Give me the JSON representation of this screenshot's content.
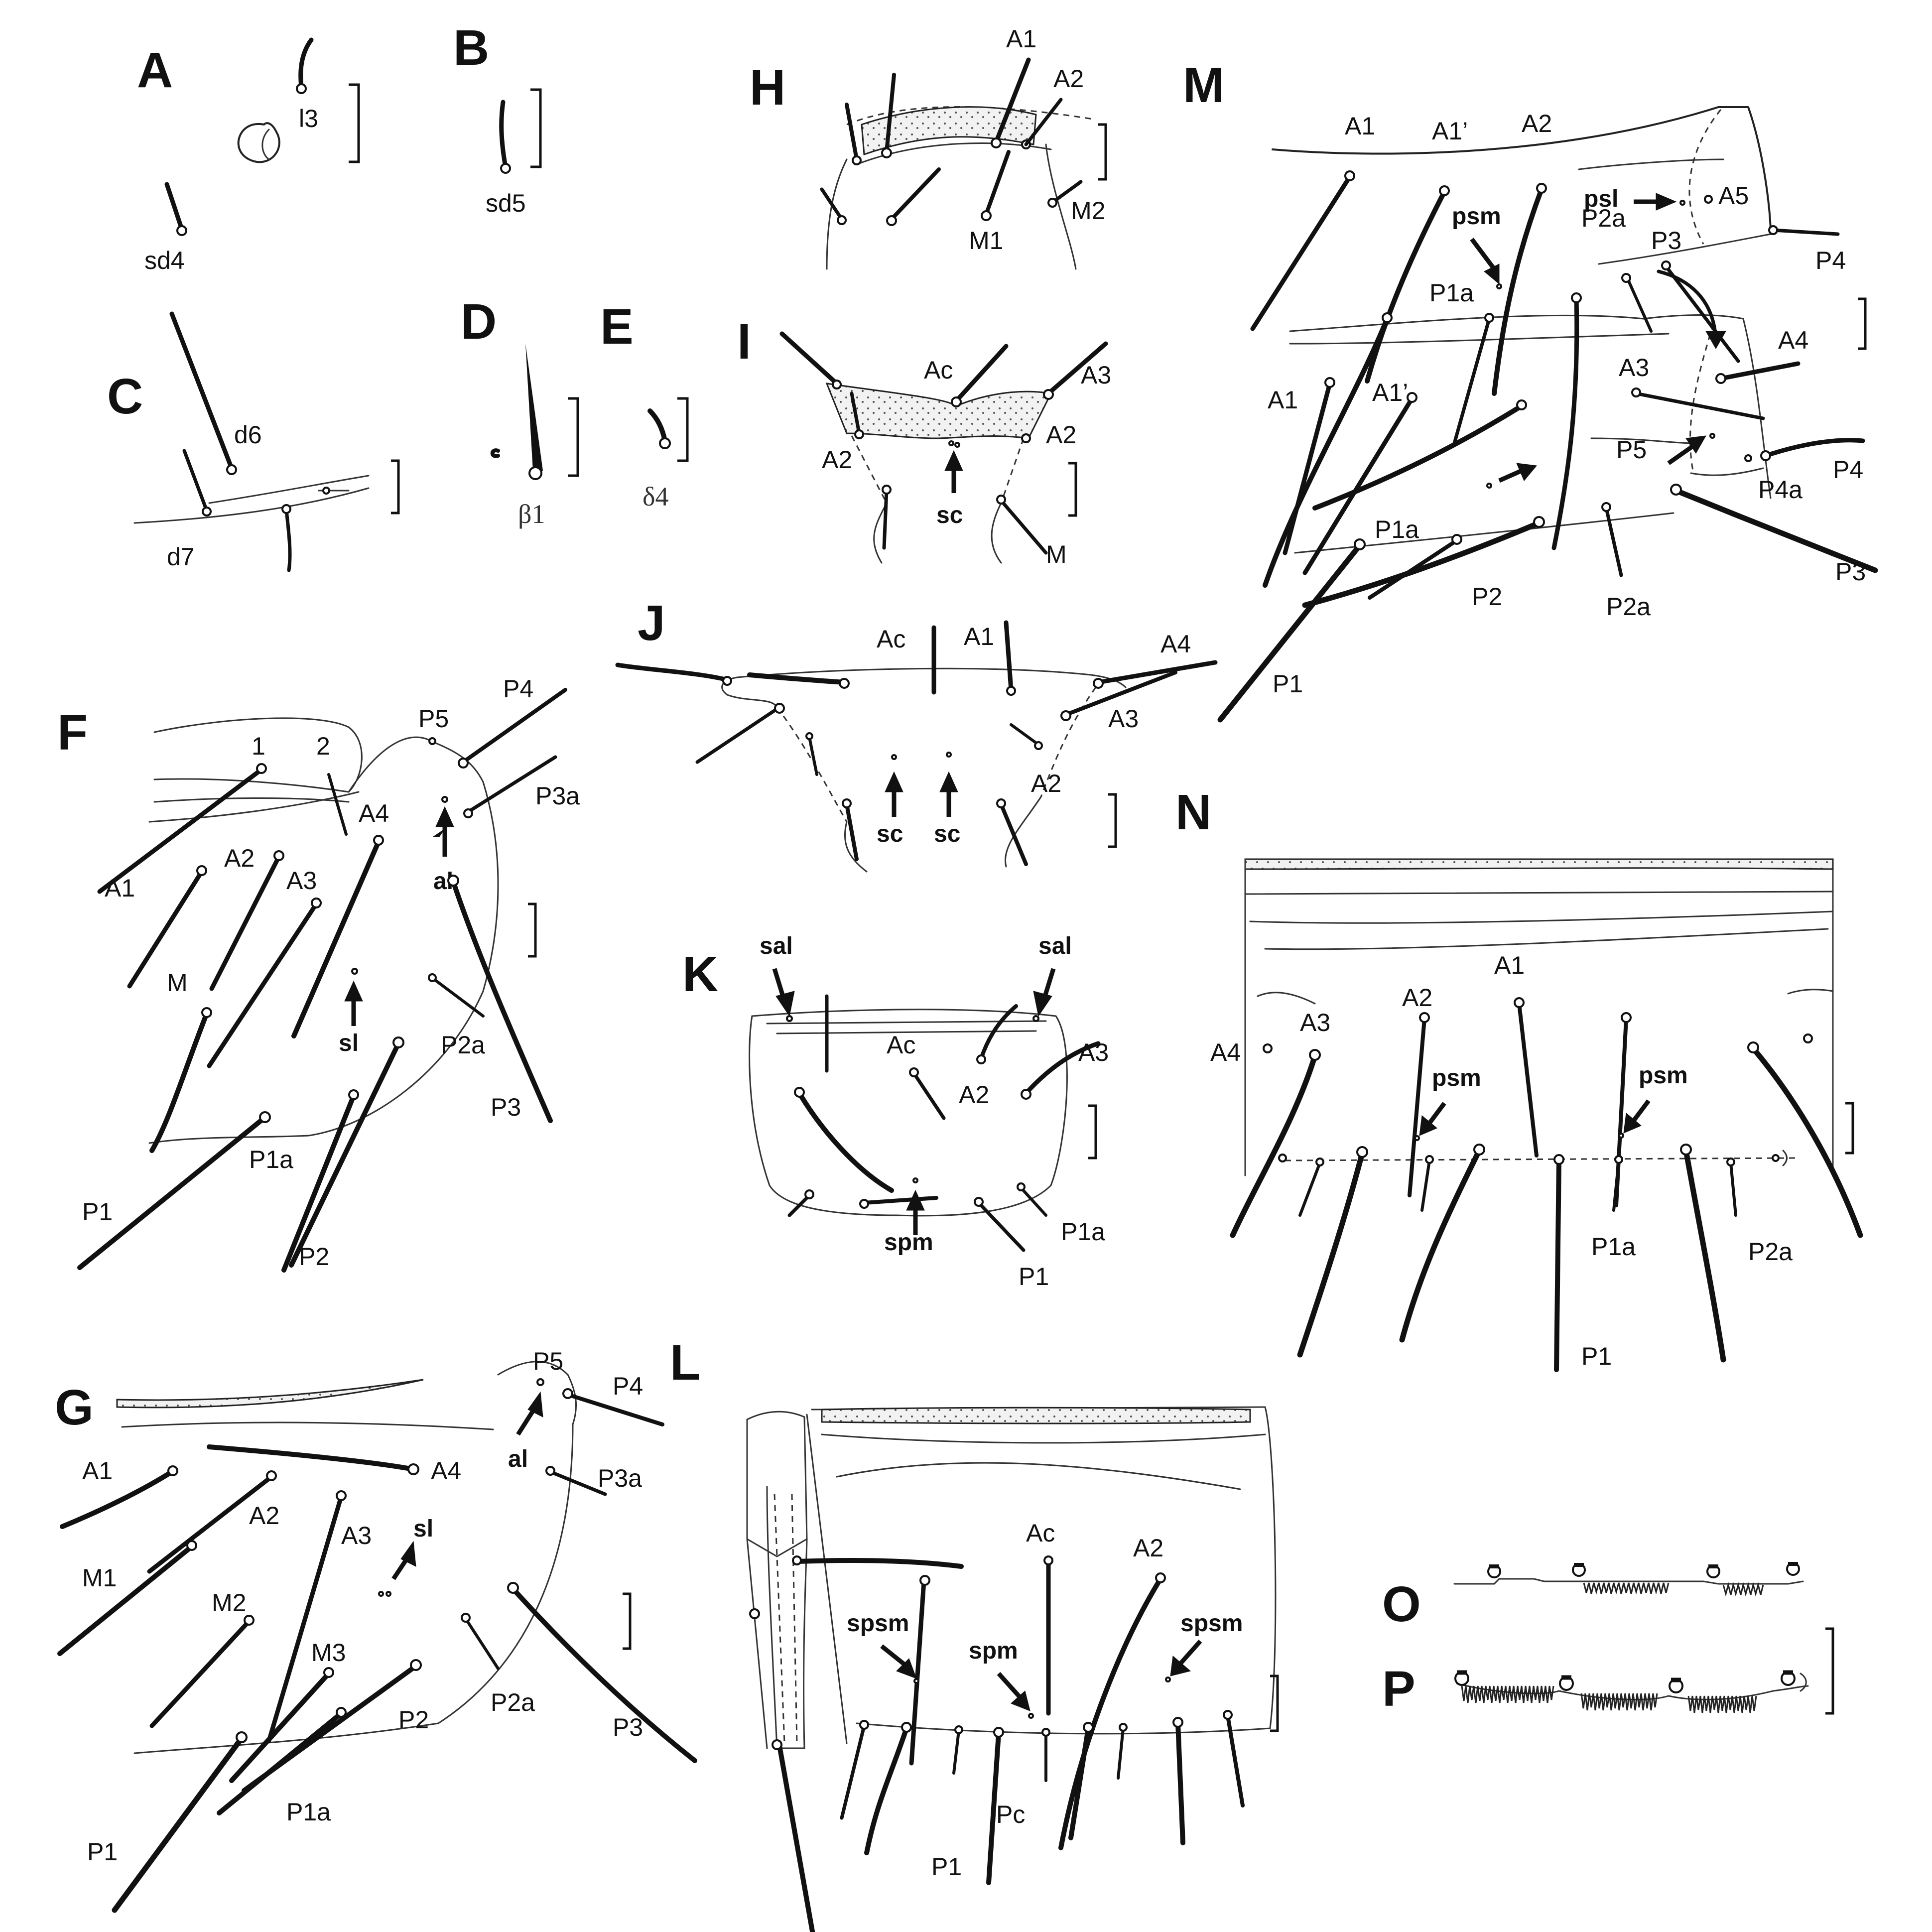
{
  "panels": [
    {
      "id": "A",
      "letter": "A",
      "labels": [
        "l3",
        "sd4"
      ]
    },
    {
      "id": "B",
      "letter": "B",
      "labels": [
        "sd5"
      ]
    },
    {
      "id": "C",
      "letter": "C",
      "labels": [
        "d6",
        "d7"
      ]
    },
    {
      "id": "D",
      "letter": "D",
      "labels": [
        "β1"
      ]
    },
    {
      "id": "E",
      "letter": "E",
      "labels": [
        "δ4"
      ]
    },
    {
      "id": "F",
      "letter": "F",
      "labels": [
        "1",
        "2",
        "P5",
        "P4",
        "P3a",
        "A4",
        "al",
        "A1",
        "A2",
        "A3",
        "M",
        "sl",
        "P2a",
        "P3",
        "P1a",
        "P1",
        "P2"
      ]
    },
    {
      "id": "G",
      "letter": "G",
      "labels": [
        "P5",
        "P4",
        "al",
        "A4",
        "P3a",
        "A1",
        "A2",
        "A3",
        "sl",
        "M1",
        "M2",
        "M3",
        "P2a",
        "P2",
        "P3",
        "P1a",
        "P1"
      ]
    },
    {
      "id": "H",
      "letter": "H",
      "labels": [
        "A1",
        "A2",
        "M1",
        "M2"
      ]
    },
    {
      "id": "I",
      "letter": "I",
      "labels": [
        "Ac",
        "A3",
        "A2",
        "A2",
        "sc",
        "M"
      ]
    },
    {
      "id": "J",
      "letter": "J",
      "labels": [
        "Ac",
        "A1",
        "A4",
        "A3",
        "A2",
        "sc",
        "sc"
      ]
    },
    {
      "id": "K",
      "letter": "K",
      "labels": [
        "sal",
        "sal",
        "Ac",
        "A3",
        "A2",
        "spm",
        "P1a",
        "P1"
      ]
    },
    {
      "id": "L",
      "letter": "L",
      "labels": [
        "Ac",
        "A2",
        "spsm",
        "spsm",
        "spm",
        "Pc",
        "P1"
      ]
    },
    {
      "id": "M",
      "letter": "M",
      "labels": [
        "A1",
        "A1’",
        "A2",
        "psm",
        "psl",
        "A5",
        "P4",
        "P2a",
        "P3",
        "P1a",
        "A4",
        "A1",
        "A1’",
        "A3",
        "P5",
        "P4",
        "P4a",
        "P1a",
        "P2",
        "P2a",
        "P3",
        "P1"
      ]
    },
    {
      "id": "N",
      "letter": "N",
      "labels": [
        "A1",
        "A2",
        "A3",
        "A4",
        "psm",
        "psm",
        "P1a",
        "P2a",
        "P1"
      ]
    },
    {
      "id": "O",
      "letter": "O",
      "labels": []
    },
    {
      "id": "P",
      "letter": "P",
      "labels": []
    }
  ]
}
